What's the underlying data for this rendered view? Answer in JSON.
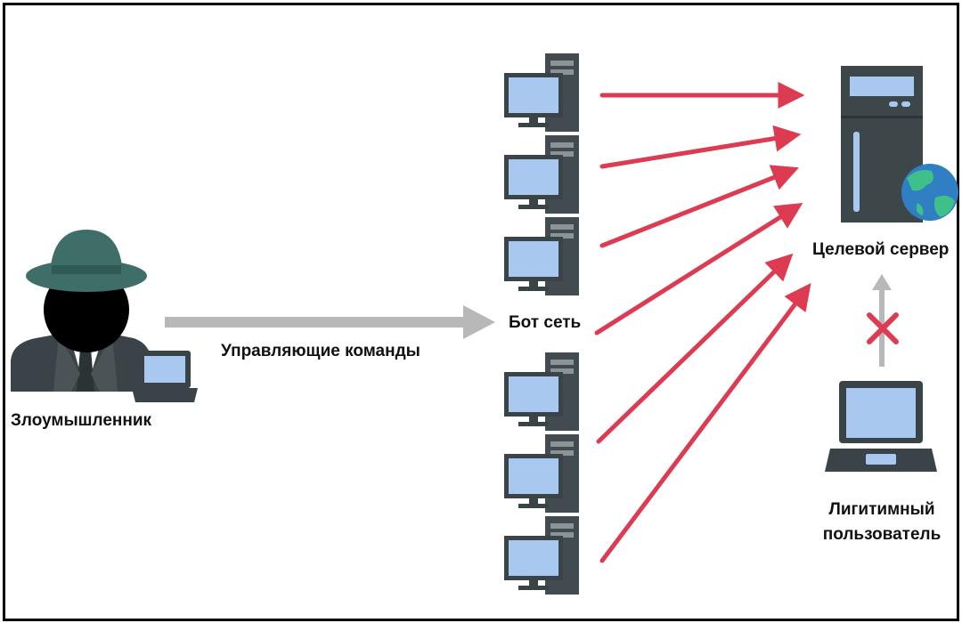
{
  "labels": {
    "attacker": "Злоумышленник",
    "commands": "Управляющие команды",
    "botnet": "Бот сеть",
    "target": "Целевой сервер",
    "legit_line1": "Лигитимный",
    "legit_line2": "пользователь"
  },
  "colors": {
    "attack_arrow": "#dc3b52",
    "command_arrow": "#b8b8b8",
    "block_mark": "#dc3b52",
    "monitor_screen": "#a9c8ef",
    "device_dark": "#3a4448",
    "server_body": "#3d4749",
    "hat": "#3f6e68",
    "globe_ocean": "#2f7fc2",
    "globe_land": "#3fbf8a"
  },
  "icons": {
    "attacker": "hacker-icon",
    "bot": "desktop-computer-icon",
    "server": "server-icon",
    "globe": "globe-icon",
    "user_device": "laptop-icon",
    "blocked": "cross-icon"
  },
  "bot_count": 6
}
